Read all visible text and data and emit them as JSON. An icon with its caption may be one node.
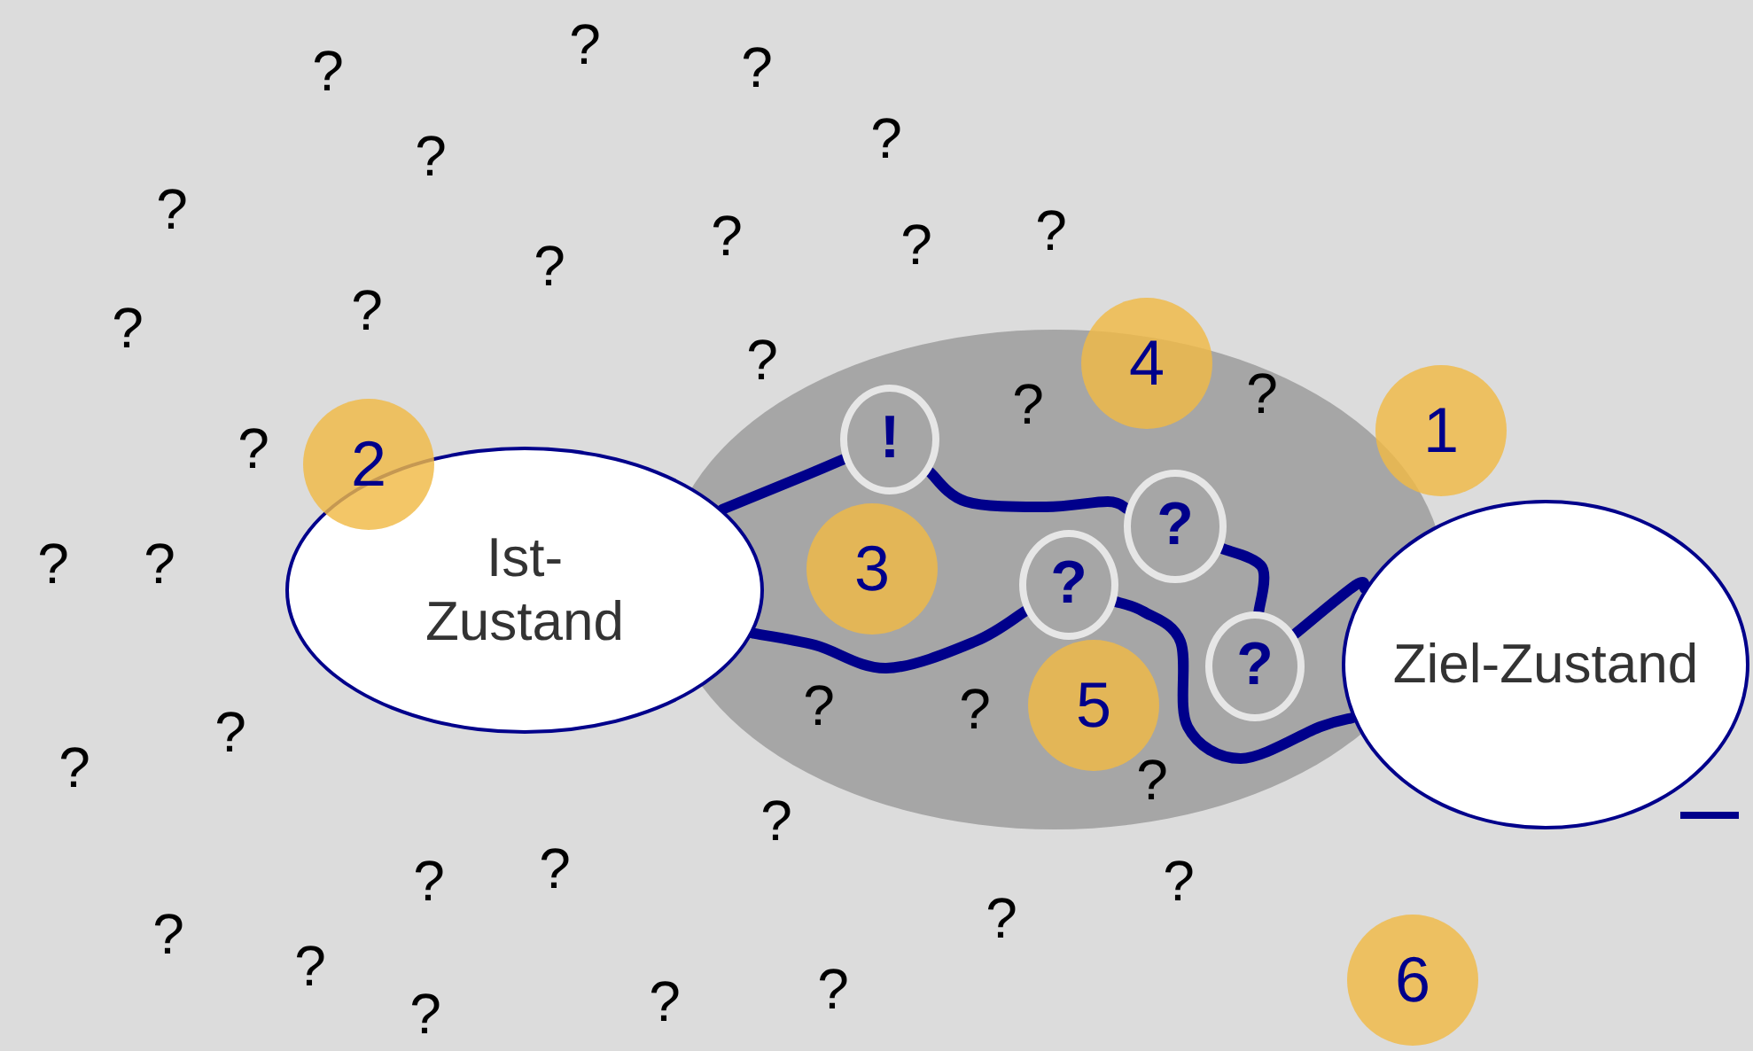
{
  "diagram": {
    "nodes": [
      {
        "text": [
          "Ist- Zustand"
        ]
      },
      {
        "text": [
          "Ziel-Zustand"
        ]
      },
      {
        "text": [
          "!"
        ]
      },
      {
        "text": [
          "?"
        ]
      },
      {
        "text": [
          "?"
        ]
      },
      {
        "text": [
          "?"
        ]
      },
      {
        "text": [
          "1"
        ]
      },
      {
        "text": [
          "2"
        ]
      },
      {
        "text": [
          "3"
        ]
      },
      {
        "text": [
          "4"
        ]
      },
      {
        "text": [
          "5"
        ]
      },
      {
        "text": [
          "6"
        ]
      }
    ],
    "edges": [
      {
        "from": 0,
        "to": 2,
        "arrow": "none"
      },
      {
        "from": 2,
        "to": 4,
        "arrow": "none"
      },
      {
        "from": 4,
        "to": 5,
        "arrow": "none"
      },
      {
        "from": 5,
        "to": 1,
        "arrow": "none"
      },
      {
        "from": 0,
        "to": 3,
        "arrow": "none"
      },
      {
        "from": 3,
        "to": 1,
        "arrow": "none"
      }
    ],
    "labels": [
      "?",
      "?",
      "?",
      "?",
      "?",
      "?",
      "?",
      "?",
      "?",
      "?",
      "?",
      "?",
      "?",
      "?",
      "?",
      "?",
      "?",
      "?",
      "?",
      "?",
      "?",
      "?",
      "?",
      "?",
      "?",
      "?",
      "?",
      "?",
      "?",
      "?",
      "?",
      "?",
      "?"
    ]
  }
}
